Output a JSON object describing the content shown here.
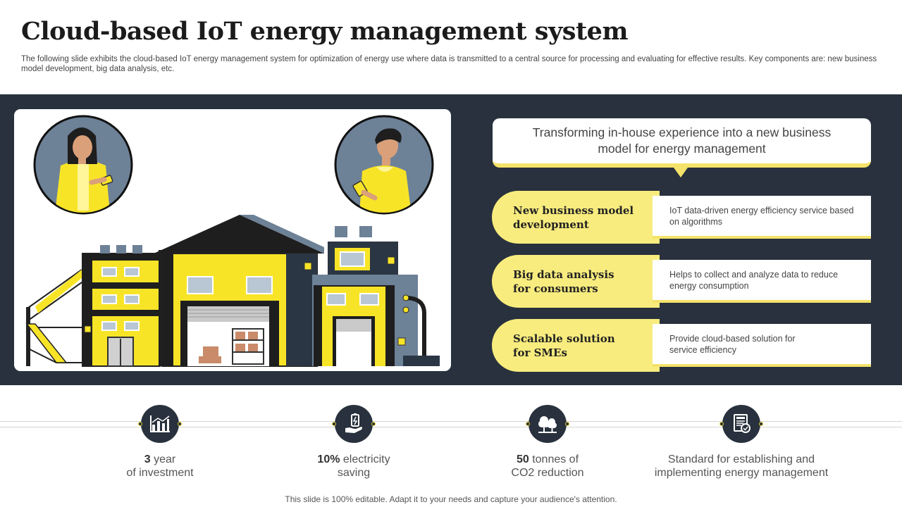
{
  "header": {
    "title": "Cloud-based IoT energy management system",
    "subtitle": "The following slide exhibits the cloud-based IoT energy management system for optimization of energy use where data is transmitted to a central source for processing and evaluating for effective results. Key components are: new business model development, big data analysis, etc."
  },
  "callout": {
    "text": "Transforming in-house experience into a new business model for energy management"
  },
  "features": [
    {
      "title": "New business model development",
      "description": "IoT data-driven  energy efficiency service based on algorithms"
    },
    {
      "title": "Big data analysis for consumers",
      "description": "Helps to collect and analyze data to reduce energy consumption"
    },
    {
      "title": "Scalable solution for SMEs",
      "description": "Provide  cloud-based solution for service efficiency"
    }
  ],
  "stats": [
    {
      "icon": "bar-chart-icon",
      "highlight": "3",
      "line1": " year",
      "line2": "of investment"
    },
    {
      "icon": "hand-battery-icon",
      "highlight": "10%",
      "line1": " electricity",
      "line2": "saving"
    },
    {
      "icon": "trees-icon",
      "highlight": "50",
      "line1": " tonnes of",
      "line2": "CO2 reduction"
    },
    {
      "icon": "certificate-icon",
      "highlight": "",
      "line1": "Standard for establishing and",
      "line2": "implementing energy management"
    }
  ],
  "footer": {
    "text": "This slide is 100% editable. Adapt it to your needs and capture your audience's attention."
  },
  "colors": {
    "dark": "#28313d",
    "yellow": "#f8ec7e",
    "accent": "#f5e26a",
    "building_yellow": "#f8e427"
  }
}
